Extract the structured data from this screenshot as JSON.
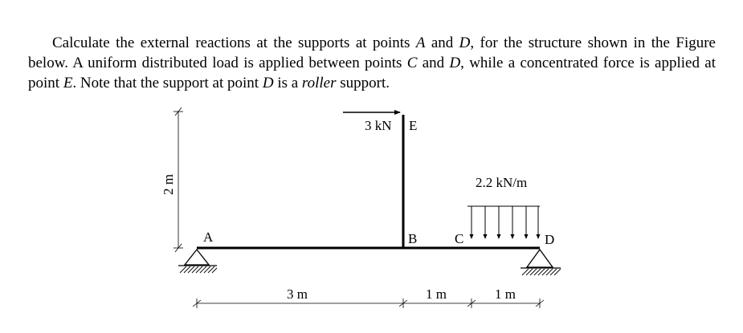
{
  "problem": {
    "s1": "Calculate the external reactions at the supports at points ",
    "pA": "A",
    "s2": " and ",
    "pD": "D",
    "s3": ", for the structure shown in the Figure below. A uniform distributed load is applied between points ",
    "pC": "C",
    "s4": " and ",
    "pD2": "D",
    "s5": ", while a concentrated force is applied at point ",
    "pE": "E",
    "s6": ". Note that the support at point ",
    "pD3": "D",
    "s7": " is a ",
    "roller": "roller",
    "s8": " support."
  },
  "figure": {
    "force_label": "3 kN",
    "point_E": "E",
    "point_A": "A",
    "point_B": "B",
    "point_C": "C",
    "point_D": "D",
    "dist_load_label": "2.2 kN/m",
    "dim_height": "2 m",
    "dim_AB": "3 m",
    "dim_BC": "1 m",
    "dim_CD": "1 m"
  }
}
